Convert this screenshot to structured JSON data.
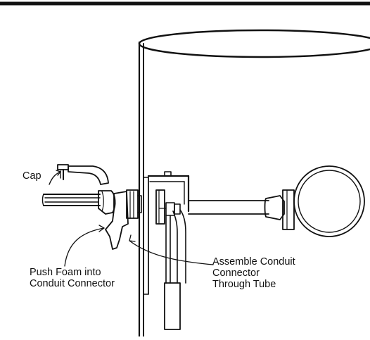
{
  "labels": {
    "cap": "Cap",
    "push_foam_line1": "Push Foam into",
    "push_foam_line2": "Conduit Connector",
    "assemble_line1": "Assemble Conduit",
    "assemble_line2": "Connector",
    "assemble_line3": "Through Tube"
  },
  "colors": {
    "stroke": "#111111",
    "background": "#ffffff"
  }
}
